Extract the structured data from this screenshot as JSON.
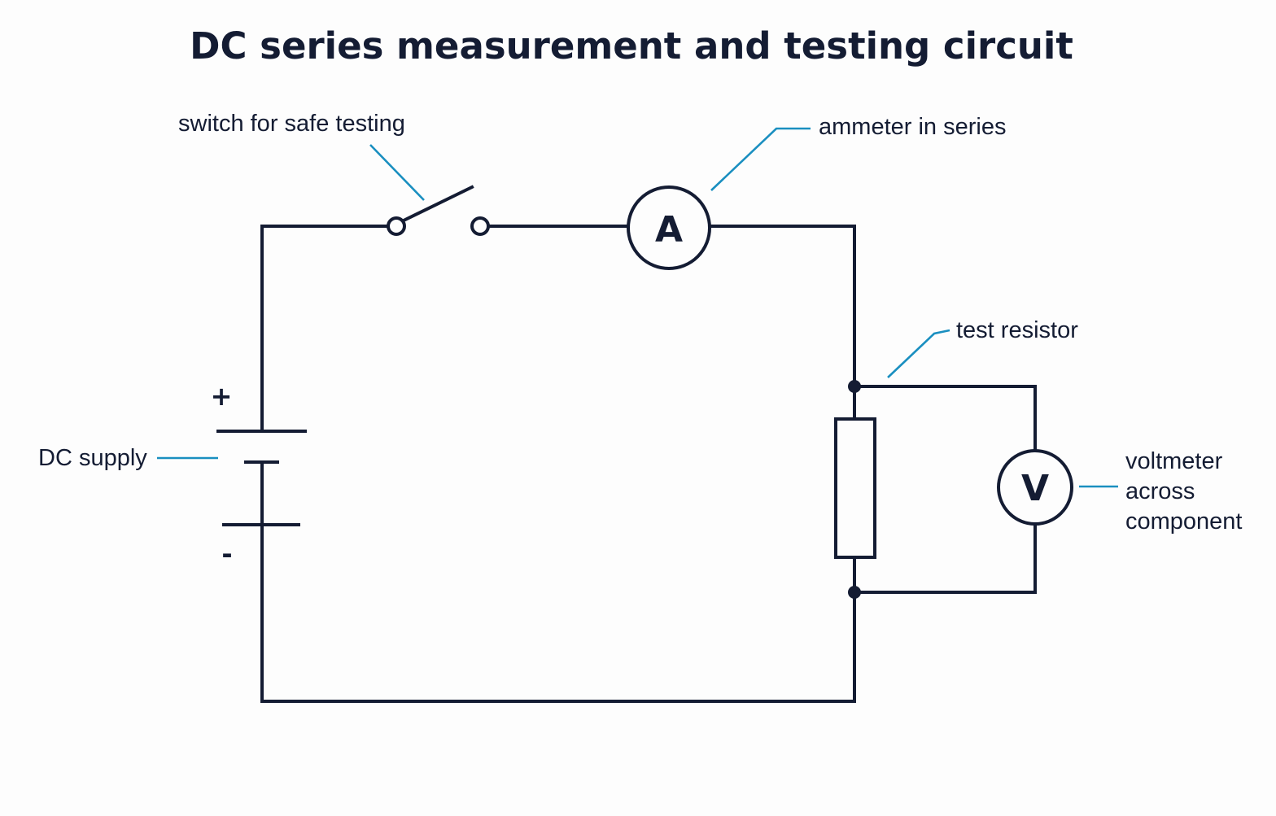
{
  "title": "DC series measurement and testing circuit",
  "labels": {
    "switch": "switch for safe testing",
    "ammeter": "ammeter in series",
    "resistor": "test resistor",
    "supply": "DC supply",
    "voltmeter_line1": "voltmeter",
    "voltmeter_line2": "across",
    "voltmeter_line3": "component"
  },
  "symbols": {
    "ammeter": "A",
    "voltmeter": "V",
    "positive": "+",
    "negative": "-"
  },
  "colors": {
    "ink": "#141c33",
    "leader": "#1a8fc0",
    "background": "#fdfdfd"
  }
}
